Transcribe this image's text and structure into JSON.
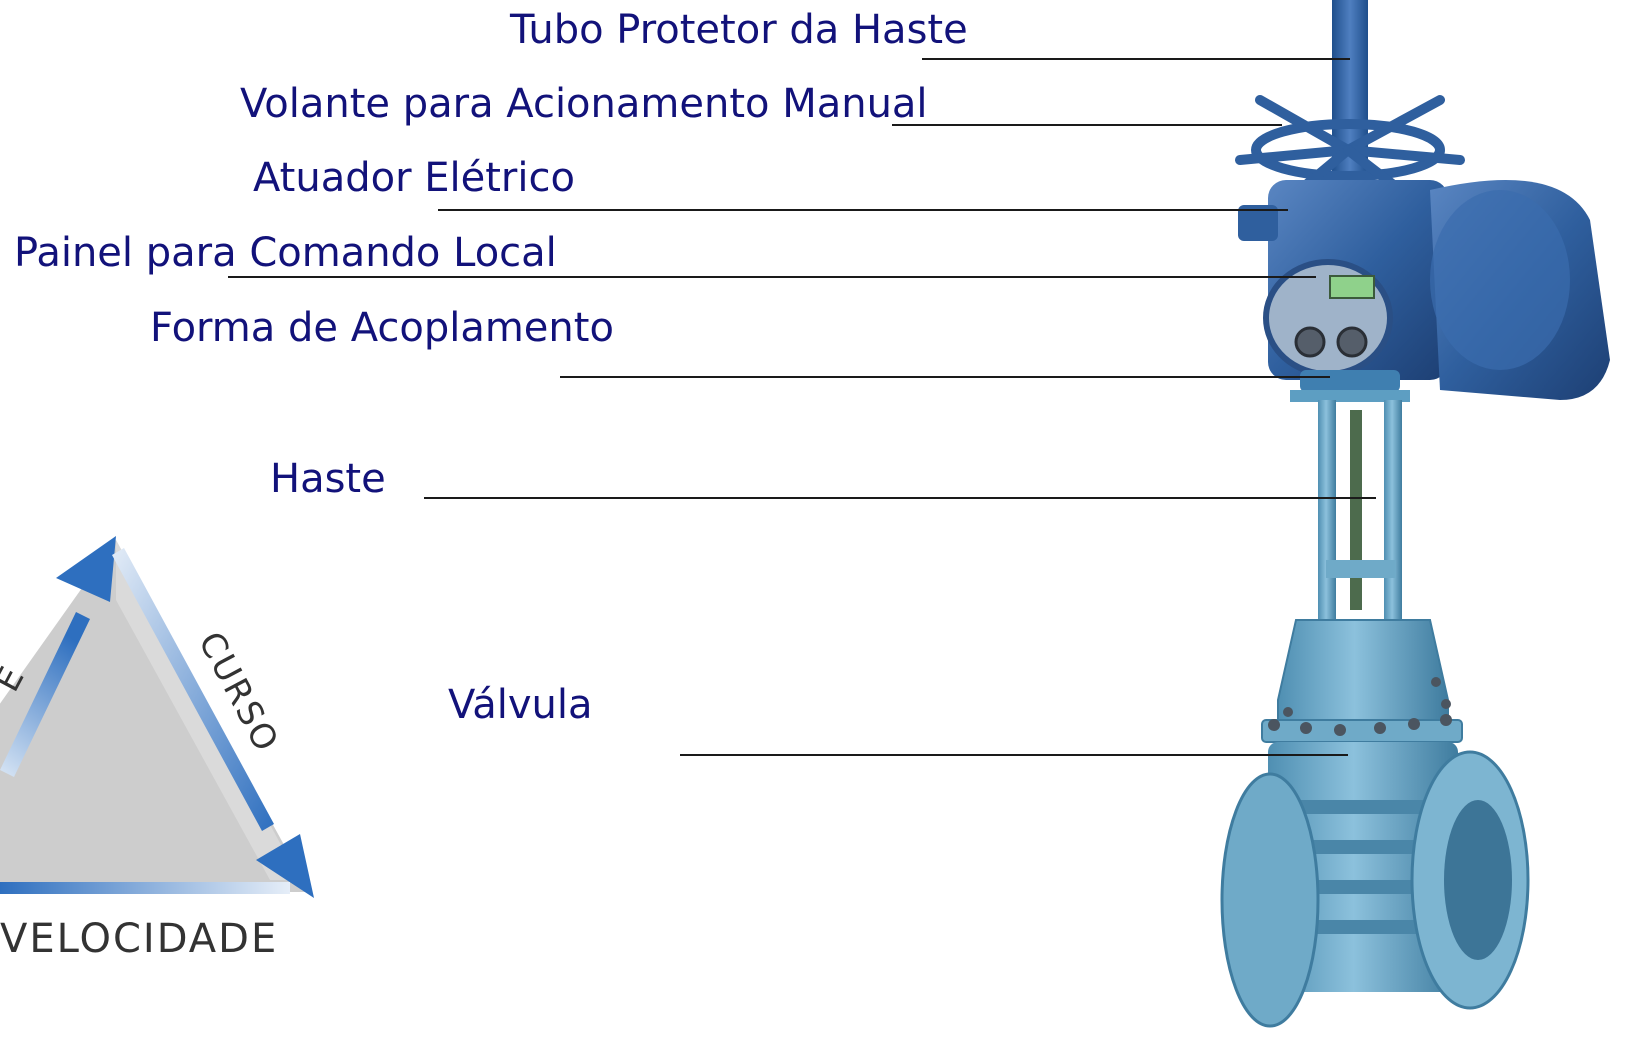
{
  "labels": {
    "tubo": "Tubo Protetor da Haste",
    "volante": "Volante para Acionamento Manual",
    "atuador": "Atuador Elétrico",
    "painel": "Painel para Comando Local",
    "forma": "Forma de Acoplamento",
    "haste": "Haste",
    "valvula": "Válvula"
  },
  "triangle": {
    "right_side": "Curso",
    "bottom_side": "Velocidade"
  },
  "colors": {
    "label_text": "#12127a",
    "actuator_blue": "#2f5f9e",
    "valve_blue": "#6faac8",
    "triangle_fill": "#cfcfcf",
    "arrow_blue": "#2e6fbf"
  }
}
